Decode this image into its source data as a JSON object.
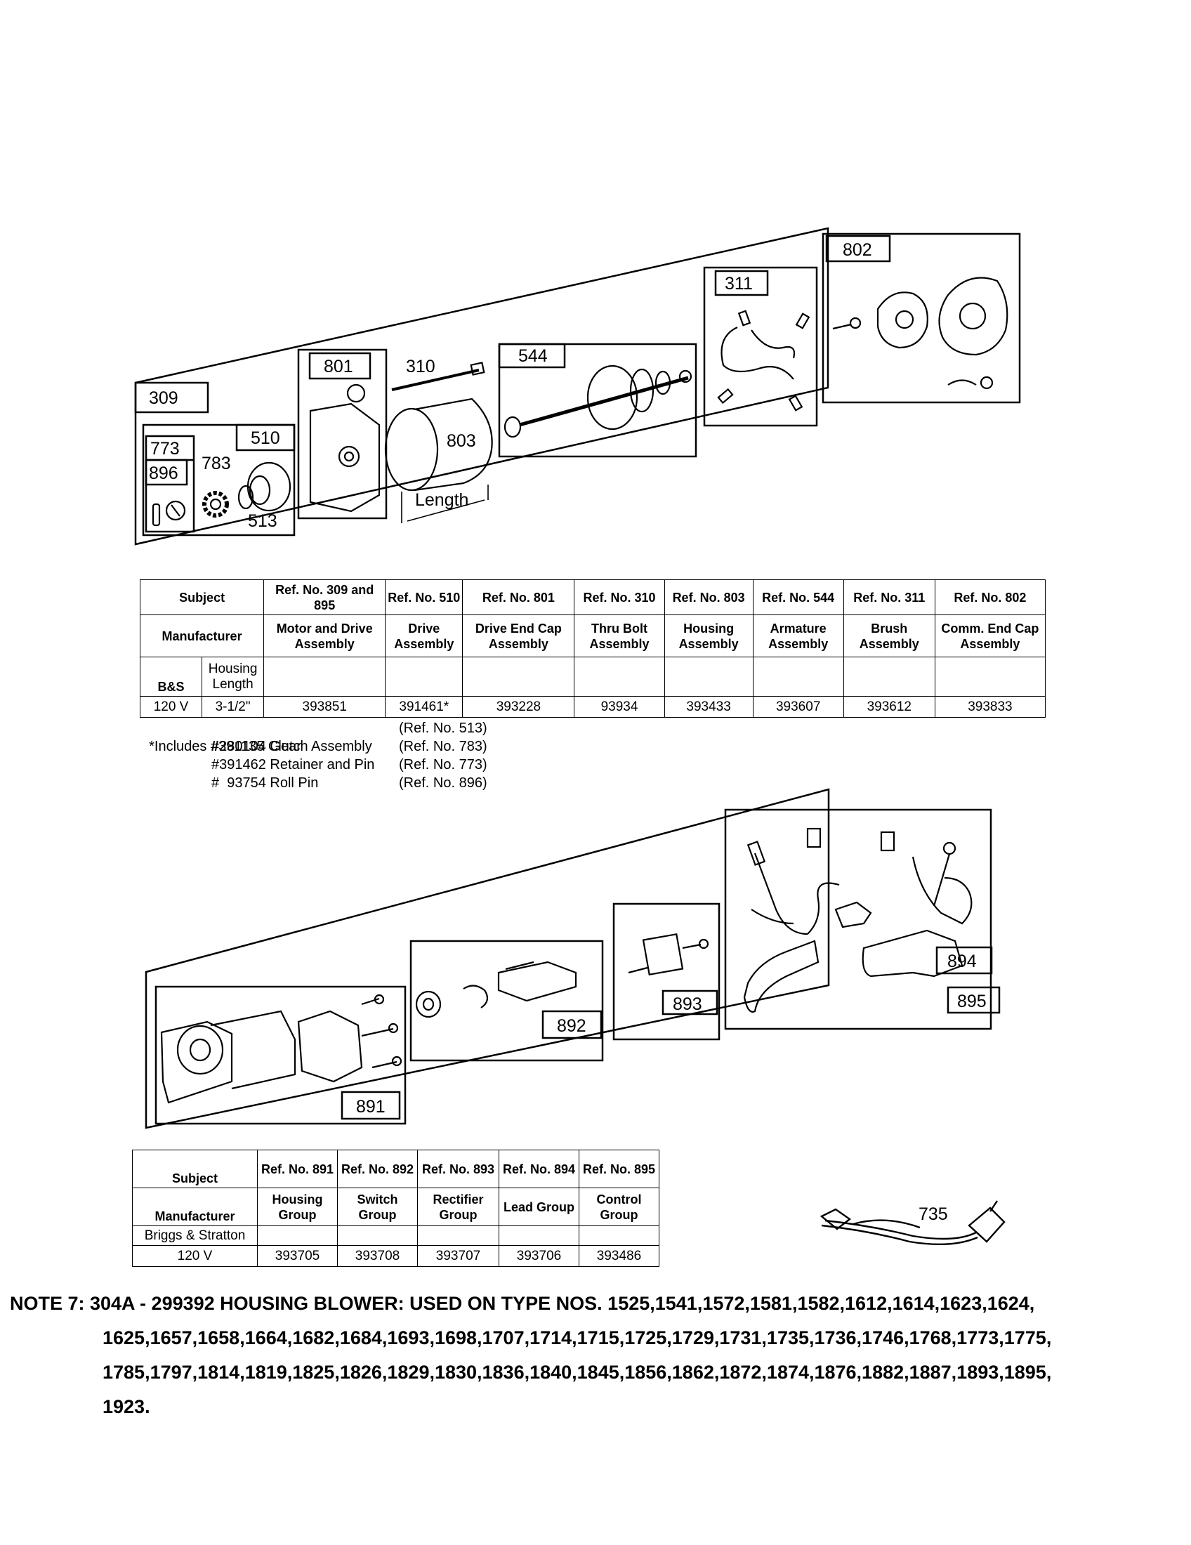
{
  "diagram_top": {
    "labels": {
      "l309": "309",
      "l773": "773",
      "l896": "896",
      "l783": "783",
      "l510": "510",
      "l513": "513",
      "l801": "801",
      "l310": "310",
      "l803": "803",
      "l544": "544",
      "l311": "311",
      "l802": "802",
      "length": "Length"
    }
  },
  "table1": {
    "subject": "Subject",
    "manufacturer": "Manufacturer",
    "bs": "B&S",
    "housing_length": "Housing Length",
    "voltage": "120 V",
    "length_value": "3-1/2\"",
    "columns": [
      {
        "ref": "Ref. No. 309 and 895",
        "desc": "Motor and Drive Assembly",
        "part": "393851"
      },
      {
        "ref": "Ref. No. 510",
        "desc": "Drive Assembly",
        "part": "391461*"
      },
      {
        "ref": "Ref. No. 801",
        "desc": "Drive End Cap Assembly",
        "part": "393228"
      },
      {
        "ref": "Ref. No. 310",
        "desc": "Thru Bolt Assembly",
        "part": "93934"
      },
      {
        "ref": "Ref. No. 803",
        "desc": "Housing Assembly",
        "part": "393433"
      },
      {
        "ref": "Ref. No. 544",
        "desc": "Armature Assembly",
        "part": "393607"
      },
      {
        "ref": "Ref. No. 311",
        "desc": "Brush Assembly",
        "part": "393612"
      },
      {
        "ref": "Ref. No. 802",
        "desc": "Comm. End Cap Assembly",
        "part": "393833"
      }
    ]
  },
  "footnotes": {
    "line1_a": "*Includes #391135 Clutch Assembly",
    "line1_b": "(Ref. No. 513)",
    "line2_a": "#280104 Gear",
    "line2_b": "(Ref. No. 783)",
    "line3_a": "#391462 Retainer and Pin",
    "line3_b": "(Ref. No. 773)",
    "line4_a": "#  93754 Roll Pin",
    "line4_b": "(Ref. No. 896)"
  },
  "diagram_bottom": {
    "labels": {
      "l891": "891",
      "l892": "892",
      "l893": "893",
      "l894": "894",
      "l895": "895",
      "l735": "735"
    }
  },
  "table2": {
    "subject": "Subject",
    "manufacturer": "Manufacturer",
    "brand": "Briggs & Stratton",
    "voltage": "120 V",
    "columns": [
      {
        "ref": "Ref. No. 891",
        "desc": "Housing Group",
        "part": "393705"
      },
      {
        "ref": "Ref. No. 892",
        "desc": "Switch Group",
        "part": "393708"
      },
      {
        "ref": "Ref. No. 893",
        "desc": "Rectifier Group",
        "part": "393707"
      },
      {
        "ref": "Ref. No. 894",
        "desc": "Lead Group",
        "part": "393706"
      },
      {
        "ref": "Ref. No. 895",
        "desc": "Control Group",
        "part": "393486"
      }
    ]
  },
  "note": {
    "line1": "NOTE 7: 304A - 299392 HOUSING BLOWER: USED ON TYPE NOS. 1525,1541,1572,1581,1582,1612,1614,1623,1624,",
    "line2": "1625,1657,1658,1664,1682,1684,1693,1698,1707,1714,1715,1725,1729,1731,1735,1736,1746,1768,1773,1775,",
    "line3": "1785,1797,1814,1819,1825,1826,1829,1830,1836,1840,1845,1856,1862,1872,1874,1876,1882,1887,1893,1895,",
    "line4": "1923."
  }
}
